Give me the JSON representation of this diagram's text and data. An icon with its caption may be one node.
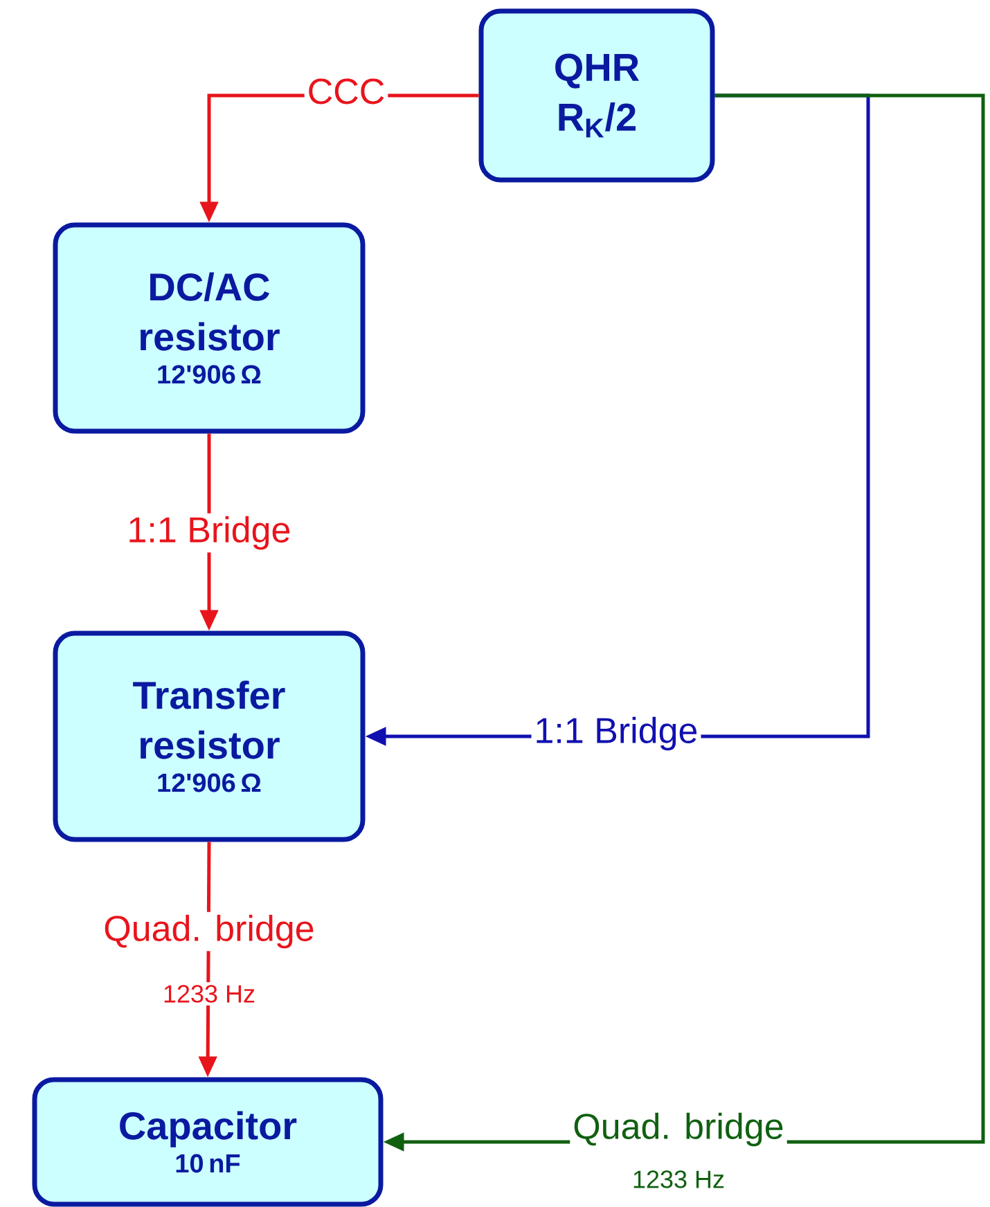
{
  "diagram": {
    "nodes": [
      {
        "text": [
          "QHR R$_{K}$/2"
        ]
      },
      {
        "text": [
          "DC/AC resistor",
          "12'906 Ω"
        ]
      },
      {
        "text": [
          "Transfer resistor",
          "12'906 Ω"
        ]
      },
      {
        "text": [
          "Capacitor",
          "10 nF"
        ]
      }
    ],
    "edges": [
      {
        "from": 0,
        "to": 1,
        "arrow": "to",
        "label": "CCC"
      },
      {
        "from": 1,
        "to": 2,
        "arrow": "to",
        "label": "1:1 Bridge"
      },
      {
        "from": 0,
        "to": 2,
        "arrow": "to",
        "label": "1:1 Bridge",
        "color": "#1010b0"
      },
      {
        "from": 2,
        "to": 3,
        "arrow": "to",
        "label": "Quad. bridge"
      },
      {
        "from": 0,
        "to": 3,
        "arrow": "to",
        "label": "Quad. bridge",
        "color": "#106010"
      }
    ],
    "labels": [
      "1233 Hz",
      "1233 Hz"
    ]
  }
}
